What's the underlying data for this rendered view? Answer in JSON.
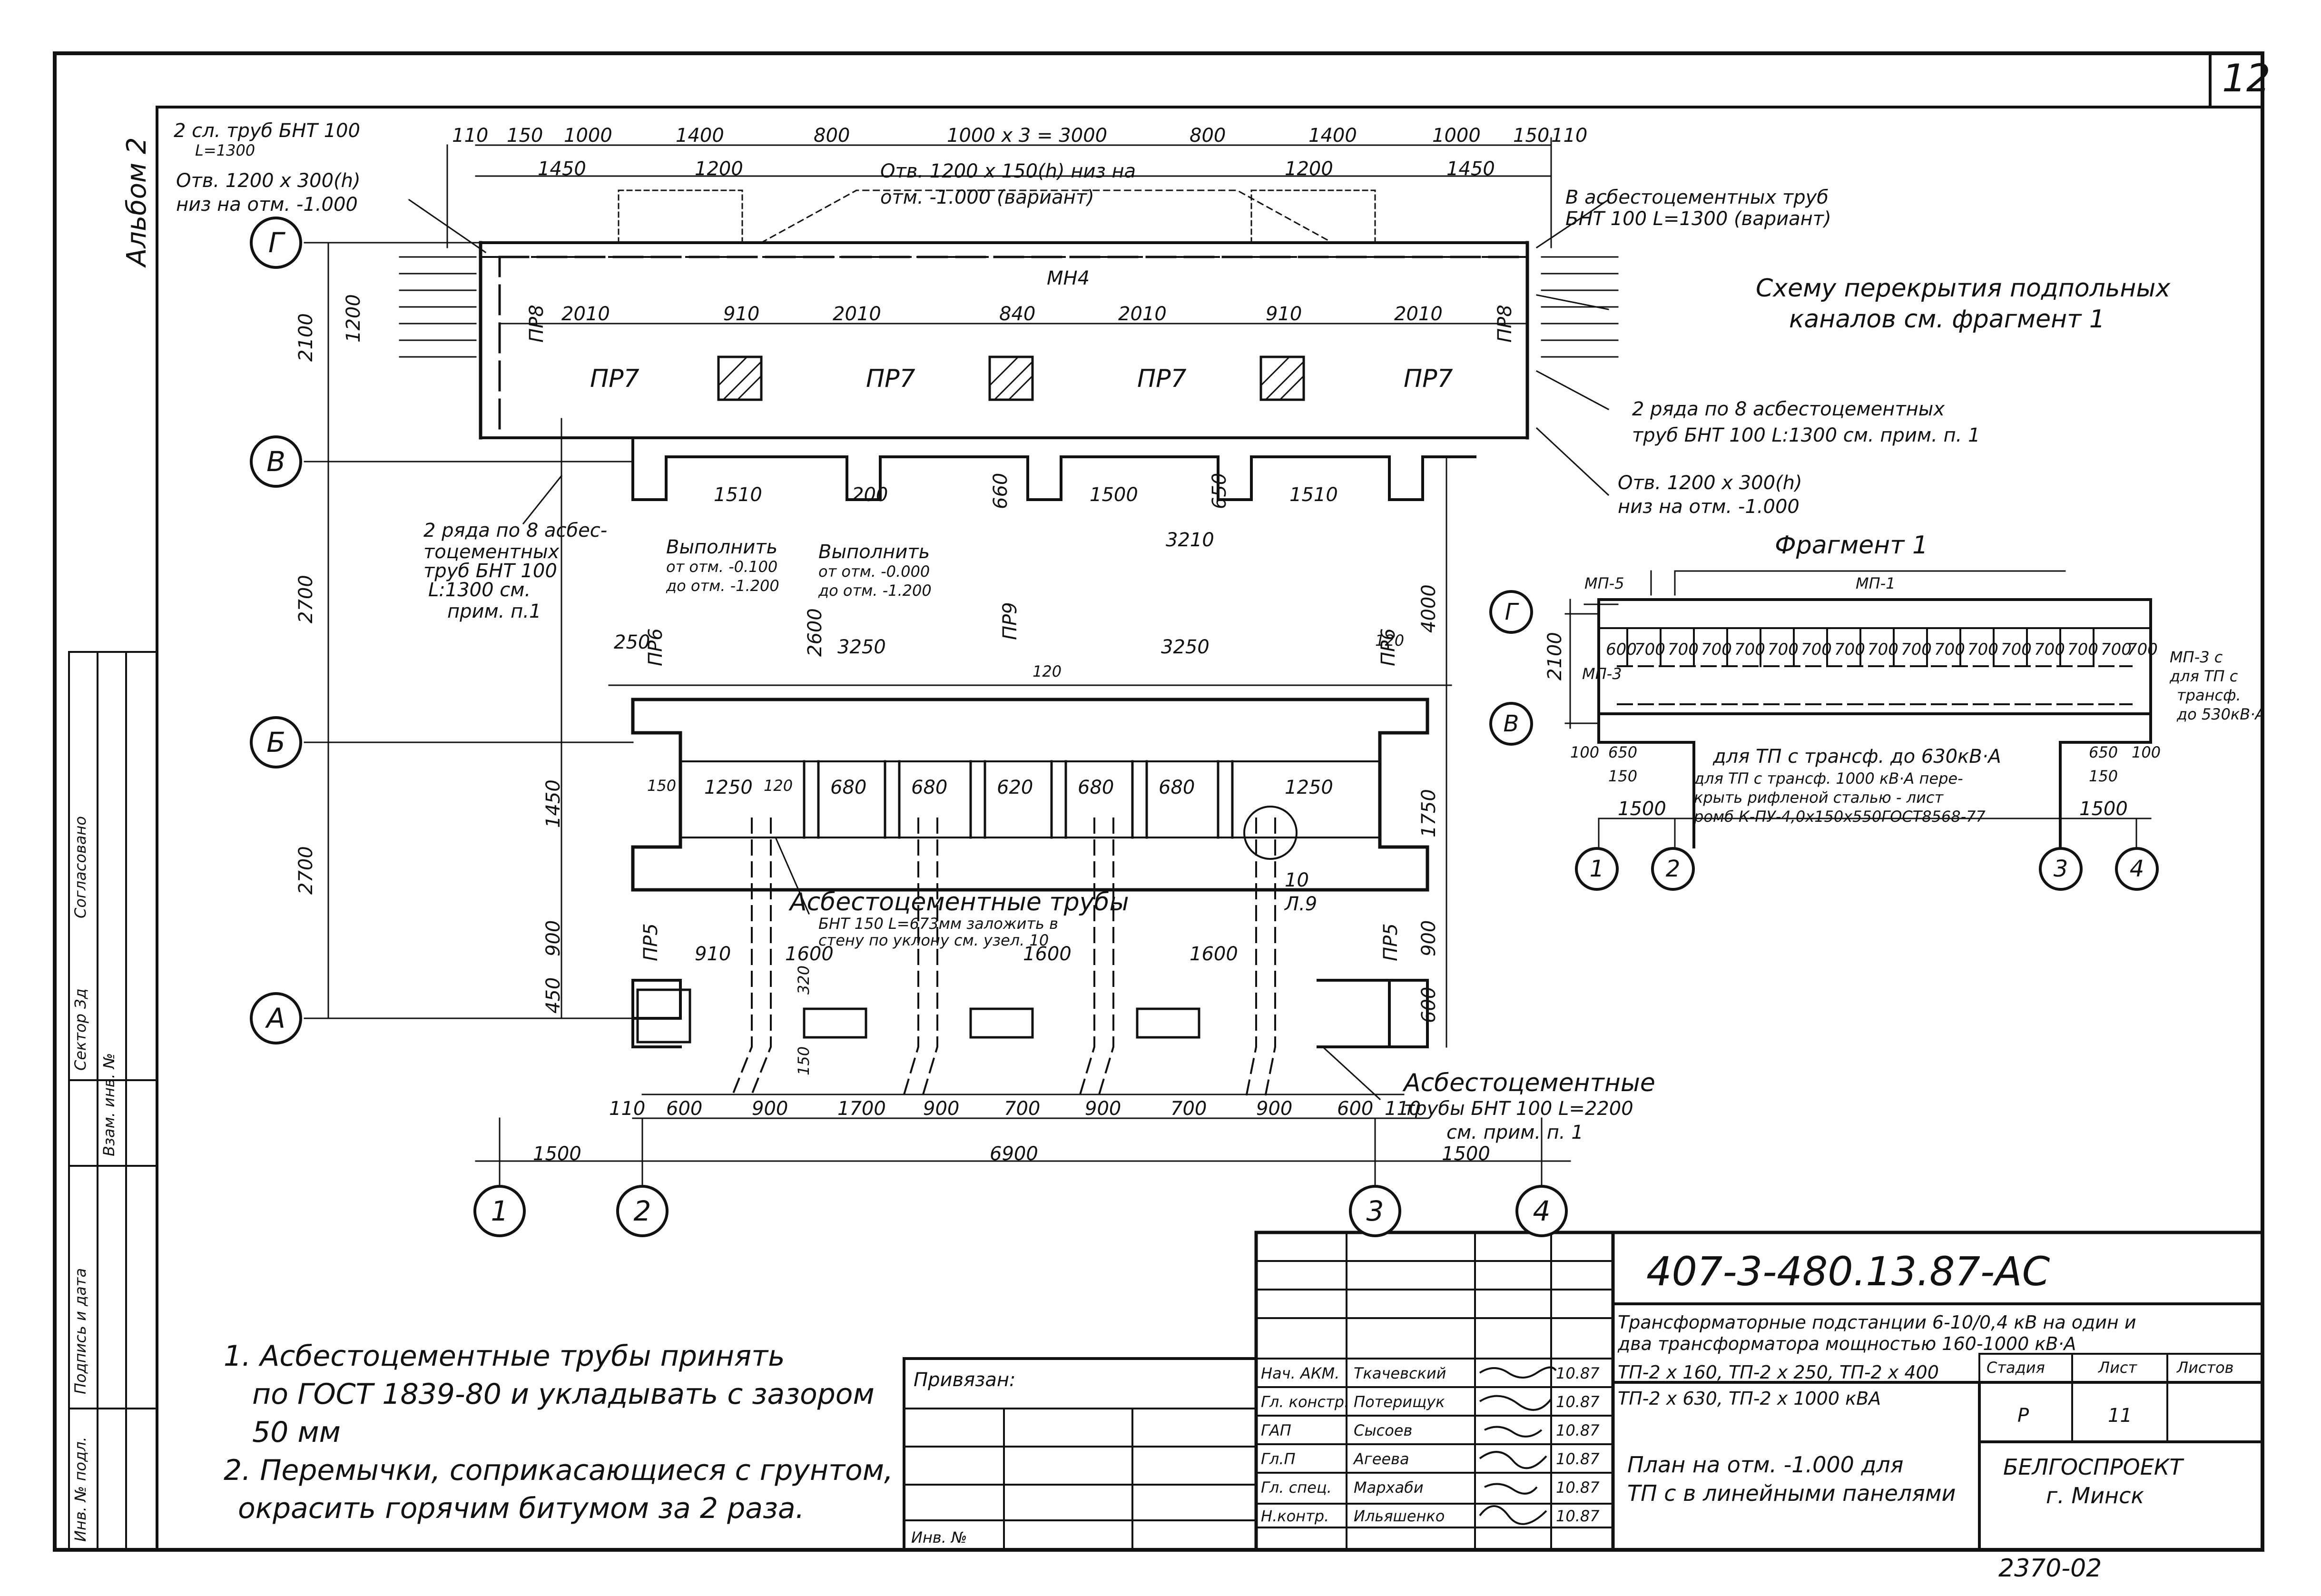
{
  "sheet": {
    "page_no": "12",
    "album": "Альбом 2",
    "bottom_code": "2370-02"
  },
  "plan": {
    "axes": {
      "g": "Г",
      "v": "В",
      "b": "Б",
      "a": "А",
      "n1": "1",
      "n2": "2",
      "n3": "3",
      "n4": "4"
    },
    "top_dims": [
      "110",
      "150",
      "1000",
      "1400",
      "800",
      "1000 x 3 = 3000",
      "800",
      "1400",
      "1000",
      "150",
      "110"
    ],
    "top_dims_2": [
      "1450",
      "1200",
      "1200",
      "1450"
    ],
    "side_dims": [
      "2100",
      "1200",
      "2700",
      "1450",
      "2700",
      "900",
      "450",
      "3210",
      "2600",
      "4000",
      "1750",
      "900",
      "600"
    ],
    "inner_dims": [
      "2010",
      "910",
      "2010",
      "840",
      "2010",
      "910",
      "2010"
    ],
    "mid_dims": [
      "1510",
      "200",
      "660",
      "1500",
      "650",
      "1510"
    ],
    "wall_dims": [
      "250",
      "3250",
      "3250",
      "120",
      "120"
    ],
    "room_dims": [
      "1250",
      "120",
      "680",
      "680",
      "620",
      "680",
      "680",
      "1250",
      "150"
    ],
    "low_dims": [
      "910",
      "1600",
      "1600",
      "1600",
      "150",
      "320"
    ],
    "bottom_dims": [
      "110",
      "600",
      "900",
      "1700",
      "900",
      "700",
      "900",
      "700",
      "900",
      "600",
      "110"
    ],
    "total_dims": [
      "1500",
      "6900",
      "1500"
    ],
    "panels": [
      "ПР7",
      "ПР7",
      "ПР7",
      "ПР7",
      "ПР8",
      "ПР8",
      "ПР6",
      "ПР6",
      "ПР9",
      "ПР5",
      "ПР5",
      "МН4"
    ],
    "notes": [
      "2 сл. труб БНТ 100",
      "L=1300",
      "Отв. 1200 x 300(h)",
      "низ на отм. -1.000",
      "Отв. 1200 x 150(h) низ на",
      "отм. -1.000 (вариант)",
      "В асбестоцементных труб",
      "БНТ 100   L=1300 (вариант)",
      "Схему перекрытия подпольных",
      "каналов см. фрагмент 1",
      "2 ряда по 8 асбестоцементных",
      "труб БНТ 100   L:1300 см. прим. п. 1",
      "Отв. 1200 x 300(h)",
      "низ на отм. -1.000",
      "2 ряда по 8 асбес-",
      "тоцементных",
      "труб БНТ 100",
      "L:1300 см.",
      "прим. п.1",
      "Выполнить",
      "от отм. -0.100",
      "до отм. -1.200",
      "Выполнить",
      "от отм. -0.000",
      "до отм. -1.200",
      "Асбестоцементные трубы",
      "БНТ 150    L=673мм заложить в",
      "стену        по уклону        см. узел. 10",
      "Асбестоцементные",
      "трубы БНТ 100  L=2200",
      "см. прим. п. 1",
      "10",
      "Л.9"
    ]
  },
  "fragment": {
    "title": "Фрагмент 1",
    "labels": [
      "МП-5",
      "МП-1",
      "МП-3",
      "МП-3 с",
      "для ТП с",
      "трансф.",
      "до 530кВ·А"
    ],
    "cells": [
      "600",
      "700",
      "700",
      "700",
      "700",
      "700",
      "700",
      "700",
      "700",
      "700",
      "700",
      "700",
      "700",
      "700",
      "700",
      "700",
      "700"
    ],
    "dims": [
      "2100",
      "100",
      "650",
      "150",
      "1500",
      "650",
      "100",
      "150",
      "1500"
    ],
    "note1": "для ТП с трансф. до 630кВ·А",
    "note2": "для ТП с трансф. 1000 кВ·А пере-",
    "note3": "крыть рифленой сталью - лист",
    "note4": "ромб К-ПУ-4,0х150х550ГОСТ8568-77"
  },
  "notes": {
    "n1a": "1. Асбестоцементные трубы принять",
    "n1b": "по ГОСТ 1839-80 и укладывать с зазором",
    "n1c": "50 мм",
    "n2a": "2. Перемычки, соприкасающиеся с грунтом,",
    "n2b": "окрасить горячим битумом за 2 раза."
  },
  "stamp": {
    "code": "407-3-480.13.87-АС",
    "title1": "Трансформаторные подстанции 6-10/0,4 кВ на один и",
    "title2": "два трансформатора мощностью 160-1000 кВ·А",
    "types1": "ТП-2 x 160, ТП-2 x 250, ТП-2 x 400",
    "types2": "ТП-2 x 630, ТП-2 x 1000 кВА",
    "stage_h": "Стадия",
    "sheet_h": "Лист",
    "sheets_h": "Листов",
    "stage": "Р",
    "sheet": "11",
    "plan1": "План на отм. -1.000 для",
    "plan2": "ТП с в линейными панелями",
    "org1": "БЕЛГОСПРОЕКТ",
    "org2": "г. Минск",
    "privyazan": "Привязан:",
    "inv": "Инв. №",
    "roles": [
      "Нач. АКМ.",
      "Гл. констр.",
      "ГАП",
      "Гл.П",
      "Гл. спец.",
      "Н.контр."
    ],
    "names": [
      "Ткачевский",
      "Потерищук",
      "Сысоев",
      "Агеева",
      "Мархаби",
      "Ильяшенко"
    ],
    "dates": [
      "10.87",
      "10.87",
      "10.87",
      "10.87",
      "10.87",
      "10.87"
    ]
  },
  "left_strip": {
    "s1": "Согласовано",
    "s2": "Сектор  Зд",
    "s3": "Подпись и дата",
    "s4": "Взам. инв. №",
    "s5": "Инв. № подл."
  }
}
